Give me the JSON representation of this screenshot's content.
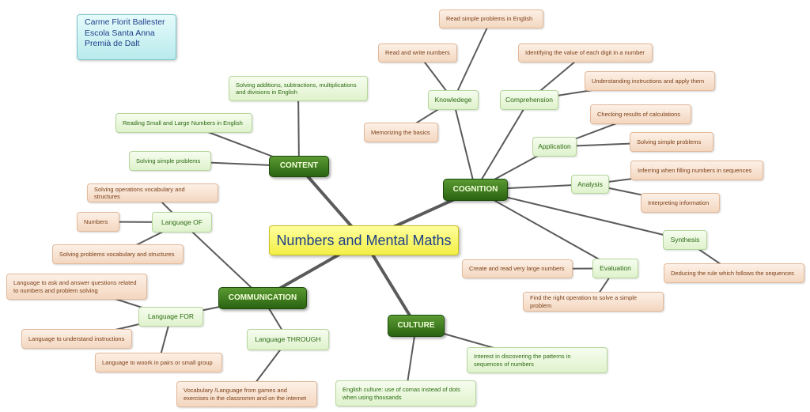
{
  "author": "Carme Florit Ballester\nEscola Santa Anna\nPremià de Dalt",
  "central": "Numbers and Mental Maths",
  "branches": {
    "content": "CONTENT",
    "cognition": "COGNITION",
    "communication": "COMMUNICATION",
    "culture": "CULTURE"
  },
  "content": {
    "solving_ops": "Solving additions, subtractions, multiplications and divisions in English",
    "reading_numbers": "Reading Small and Large Numbers in English",
    "simple_problems": "Solving simple problems"
  },
  "cognition": {
    "knowledge": "Knowledege",
    "read_write": "Read and write numbers",
    "read_problems": "Read simple problems in English",
    "memorizing": "Memorizing the basics",
    "comprehension": "Comprehension",
    "identifying": "Identifying the value of each digit in a number",
    "understanding": "Understanding instructions and apply them",
    "application": "Application",
    "checking": "Checking results of calculations",
    "solving_simple": "Solving simple problems",
    "analysis": "Analysis",
    "inferring": "Inferring when filling numbers in sequences",
    "interpreting": "Interpreting information",
    "synthesis": "Synthesis",
    "deducing": "Deducing the rule which follows the sequences",
    "evaluation": "Evaluation",
    "create_read": "Create and read very large numbers",
    "right_operation": "Find the right operation to solve a simple problem"
  },
  "communication": {
    "language_of": "Language OF",
    "ops_vocab": "Solving operations vocabulary and structures",
    "numbers": "Numbers",
    "problems_vocab": "Solving problems vocabulary and structures",
    "language_for": "Language FOR",
    "ask_answer": "Language to ask and answer questions related to numbers and problem solving",
    "understand_instr": "Language to understand instructions",
    "work_pairs": "Language to woork in pairs or small group",
    "language_through": "Language THROUGH",
    "vocab_games": "Vocabulary /Language from games and exercises in the classromm and on the internet"
  },
  "culture": {
    "patterns": "Interest in discovering the patterns in sequences of numbers",
    "english_culture": "English culture: use of comas instead of dots when using thousands"
  }
}
